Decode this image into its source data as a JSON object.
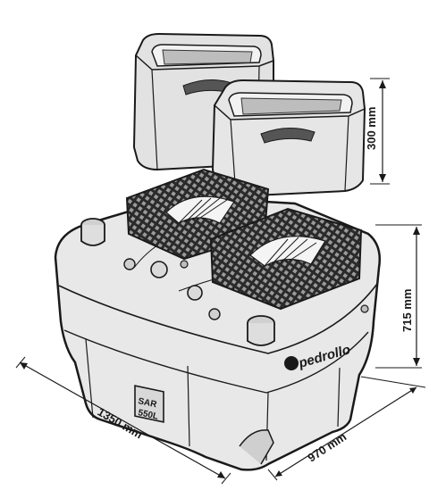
{
  "dimensions": {
    "riser_height": "300 mm",
    "tank_height": "715 mm",
    "tank_length": "1350 mm",
    "tank_depth": "970 mm"
  },
  "product": {
    "brand": "pedrollo",
    "plate_line1": "SAR",
    "plate_line2": "550L"
  },
  "colors": {
    "outline": "#1a1a1a",
    "body": "#e6e6e6",
    "shade": "#c9c9c9",
    "dark": "#555555"
  }
}
